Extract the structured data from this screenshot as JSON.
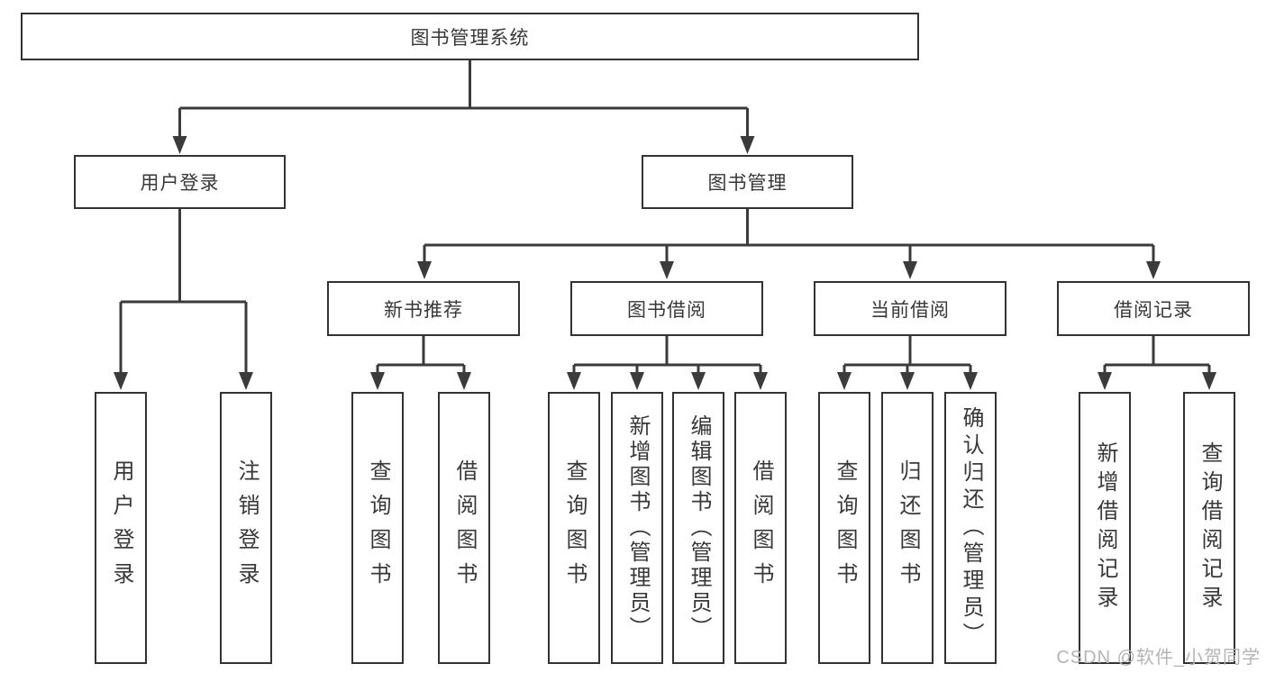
{
  "tree": {
    "label": "图书管理系统",
    "children": [
      {
        "label": "用户登录",
        "children": [
          {
            "label": "用户登录"
          },
          {
            "label": "注销登录"
          }
        ]
      },
      {
        "label": "图书管理",
        "children": [
          {
            "label": "新书推荐",
            "children": [
              {
                "label": "查询图书"
              },
              {
                "label": "借阅图书"
              }
            ]
          },
          {
            "label": "图书借阅",
            "children": [
              {
                "label": "查询图书"
              },
              {
                "label": "新增图书（管理员）"
              },
              {
                "label": "编辑图书（管理员）"
              },
              {
                "label": "借阅图书"
              }
            ]
          },
          {
            "label": "当前借阅",
            "children": [
              {
                "label": "查询图书"
              },
              {
                "label": "归还图书"
              },
              {
                "label": "确认归还（管理员）"
              }
            ]
          },
          {
            "label": "借阅记录",
            "children": [
              {
                "label": "新增借阅记录"
              },
              {
                "label": "查询借阅记录"
              }
            ]
          }
        ]
      }
    ]
  },
  "watermark": {
    "text": "CSDN @软件_小贺同学"
  },
  "colors": {
    "line": "#3b3b3b",
    "border": "#333333",
    "text": "#383838",
    "background": "#ffffff",
    "watermark": "#b4b4b4"
  }
}
